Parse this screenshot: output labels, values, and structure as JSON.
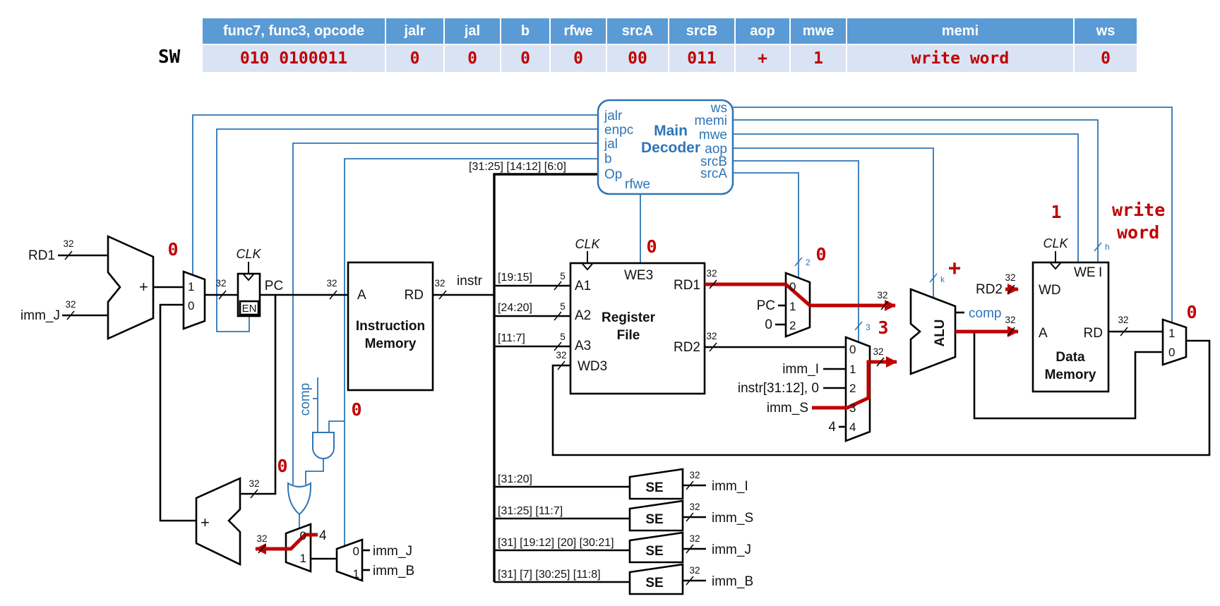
{
  "table": {
    "row_label": "SW",
    "columns": [
      "func7, func3, opcode",
      "jalr",
      "jal",
      "b",
      "rfwe",
      "srcA",
      "srcB",
      "aop",
      "mwe",
      "memi",
      "ws"
    ],
    "values": [
      "010 0100011",
      "0",
      "0",
      "0",
      "0",
      "00",
      "011",
      "+",
      "1",
      "write word",
      "0"
    ]
  },
  "decoder": {
    "name1": "Main",
    "name2": "Decoder",
    "jalr": "jalr",
    "enpc": "enpc",
    "jal": "jal",
    "b": "b",
    "op": "Op",
    "rfwe": "rfwe",
    "ws": "ws",
    "memi": "memi",
    "mwe": "mwe",
    "aop": "aop",
    "srcb": "srcB",
    "srca": "srcA"
  },
  "blocks": {
    "im1": "Instruction",
    "im2": "Memory",
    "rf1": "Register",
    "rf2": "File",
    "dm1": "Data",
    "dm2": "Memory",
    "alu": "ALU",
    "a": "A",
    "rd": "RD",
    "a1": "A1",
    "a2": "A2",
    "a3": "A3",
    "wd3": "WD3",
    "we3": "WE3",
    "wd": "WD",
    "we": "WE",
    "i": "I"
  },
  "labels": {
    "clk": "CLK",
    "pc": "PC",
    "en": "EN",
    "instr": "instr",
    "comp": "comp",
    "plus": "+",
    "se": "SE",
    "w32": "32",
    "w5": "5",
    "m0": "0",
    "m1": "1",
    "m2": "2",
    "m3": "3",
    "m4": "4",
    "sel2": "2",
    "sel3": "3",
    "selk": "k",
    "selh": "h",
    "rd1": "RD1",
    "rd2": "RD2",
    "imm_i": "imm_I",
    "imm_s": "imm_S",
    "imm_j": "imm_J",
    "imm_b": "imm_B",
    "zero": "0",
    "four": "4",
    "instr_imm": "instr[31:12], 0",
    "bits_op": "[31:25] [14:12] [6:0]",
    "bits_a1": "[19:15]",
    "bits_a2": "[24:20]",
    "bits_a3": "[11:7]",
    "bits_i": "[31:20]",
    "bits_s": "[31:25] [11:7]",
    "bits_j": "[31] [19:12] [20] [30:21]",
    "bits_b": "[31] [7] [30:25] [11:8]"
  },
  "ann": {
    "jalr": "0",
    "jal": "0",
    "b": "0",
    "rfwe": "0",
    "srca": "0",
    "srcb": "3",
    "aop": "+",
    "mwe": "1",
    "memi1": "write",
    "memi2": "word",
    "ws": "0"
  },
  "colors": {
    "accent_blue": "#2e75b6",
    "header_blue": "#5b9bd5",
    "row_blue": "#dae3f3",
    "highlight_red": "#c00000"
  }
}
